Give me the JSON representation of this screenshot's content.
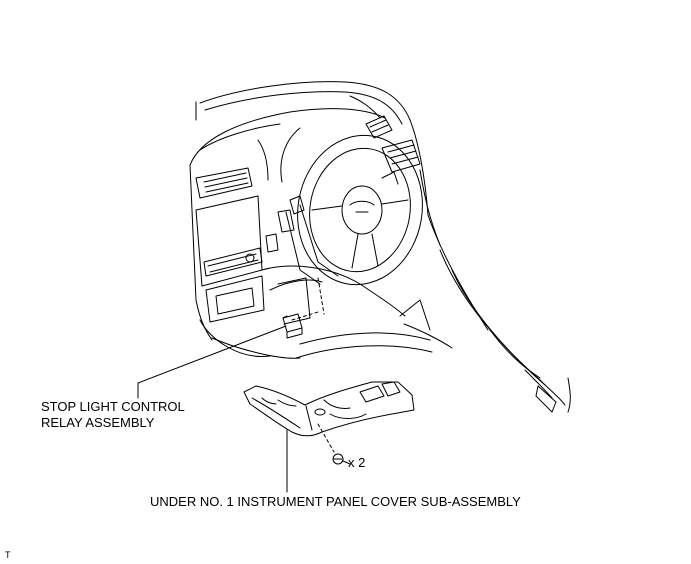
{
  "callouts": {
    "relay_line1": "STOP LIGHT CONTROL",
    "relay_line2": "RELAY ASSEMBLY",
    "screw_quantity": "x 2",
    "cover_label": "UNDER NO. 1 INSTRUMENT PANEL COVER SUB-ASSEMBLY"
  },
  "figure_code": "T",
  "colors": {
    "line": "#000000",
    "background": "#ffffff"
  }
}
